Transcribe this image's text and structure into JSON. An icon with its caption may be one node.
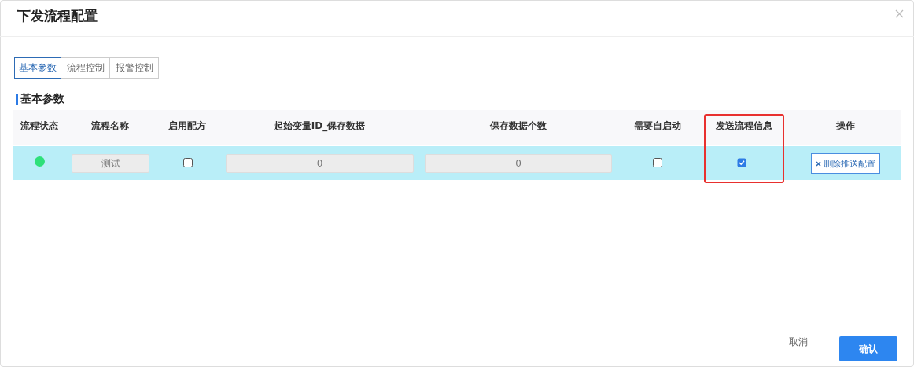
{
  "diagram": {
    "title": "下发流程配置",
    "nodes": [
      {
        "text": [
          "发送流程信息"
        ]
      }
    ],
    "labels": [
      "基本参数",
      "流程控制",
      "报警控制",
      "基本参数",
      "流程状态",
      "流程名称",
      "启用配方",
      "起始变量ID_保存数据",
      "保存数据个数",
      "需要自启动",
      "操作",
      "测试",
      "0",
      "0",
      "删除推送配置",
      "取消",
      "确认"
    ]
  }
}
